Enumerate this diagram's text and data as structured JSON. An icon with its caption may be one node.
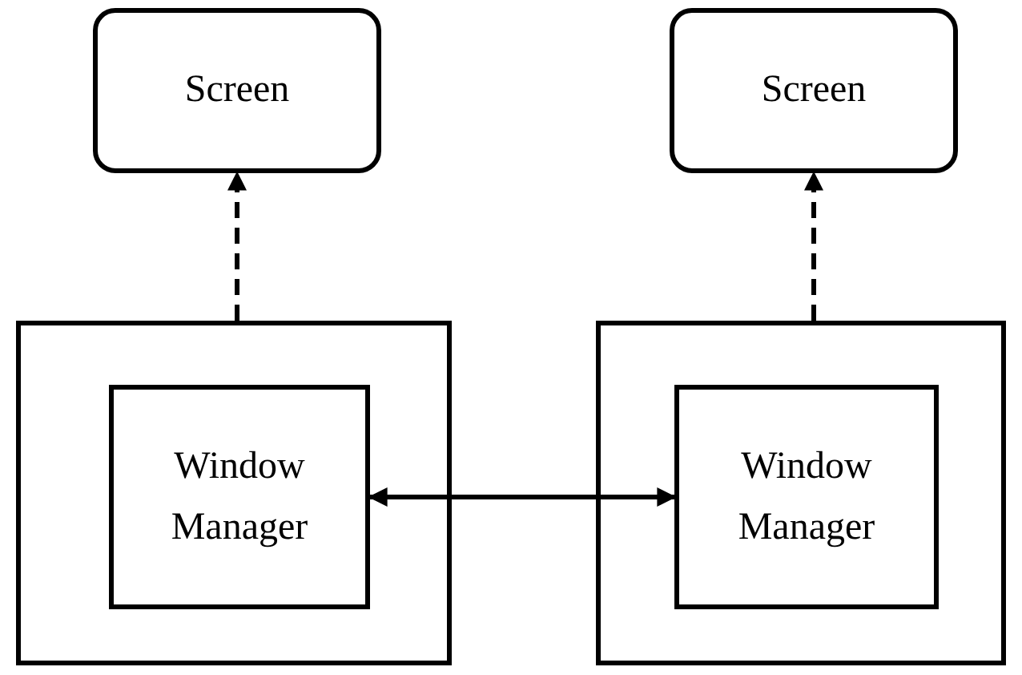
{
  "diagram": {
    "nodes": [
      {
        "text": [
          "Screen"
        ]
      },
      {
        "text": [
          "Screen"
        ]
      },
      {
        "text": [],
        "shape": "box"
      },
      {
        "text": [
          "Window Manager"
        ],
        "in": 2
      },
      {
        "text": [],
        "shape": "box"
      },
      {
        "text": [
          "Window Manager"
        ],
        "in": 4
      }
    ],
    "edges": [
      {
        "from": 2,
        "to": 0,
        "arrow": "to",
        "style": "dashed"
      },
      {
        "from": 4,
        "to": 1,
        "arrow": "to",
        "style": "dashed"
      },
      {
        "from": 3,
        "to": 5,
        "arrow": "both"
      }
    ]
  }
}
